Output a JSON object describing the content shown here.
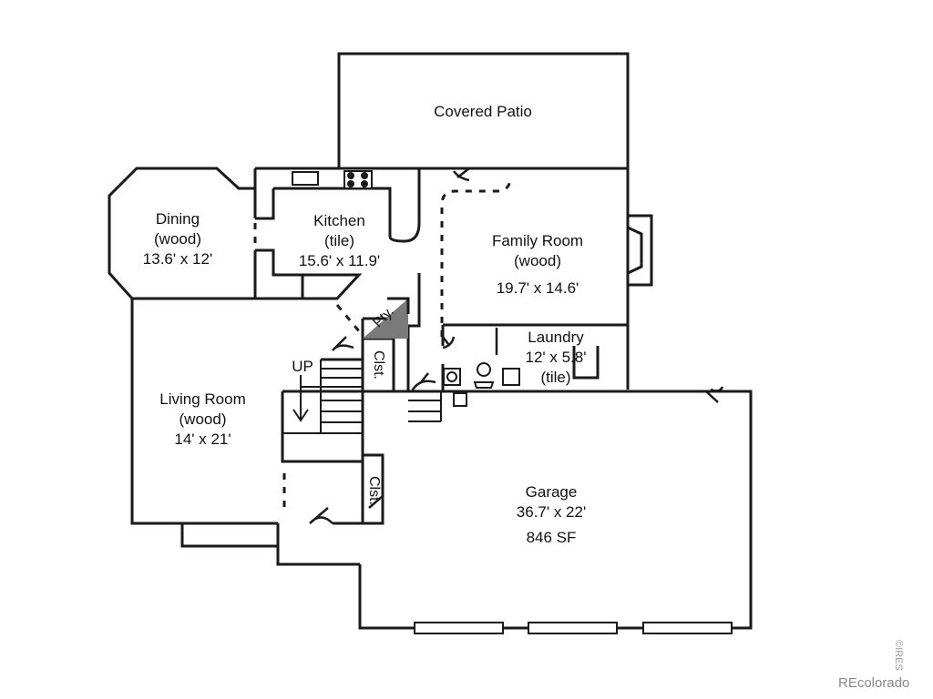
{
  "rooms": {
    "covered_patio": {
      "name": "Covered Patio"
    },
    "dining": {
      "name": "Dining",
      "floor": "(wood)",
      "size": "13.6' x 12'"
    },
    "kitchen": {
      "name": "Kitchen",
      "floor": "(tile)",
      "size": "15.6' x 11.9'"
    },
    "family_room": {
      "name": "Family Room",
      "floor": "(wood)",
      "size": "19.7' x 14.6'"
    },
    "laundry": {
      "name": "Laundry",
      "size": "12' x 5.8'",
      "floor": "(tile)"
    },
    "living_room": {
      "name": "Living Room",
      "floor": "(wood)",
      "size": "14' x 21'"
    },
    "garage": {
      "name": "Garage",
      "size": "36.7' x 22'",
      "area": "846 SF"
    }
  },
  "labels": {
    "stairs": "UP",
    "closet_upper": "Clst.",
    "closet_lower": "Clst.",
    "pantry": "Pty."
  },
  "watermark": {
    "vertical": "©IRES",
    "brand": "REcolorado"
  }
}
